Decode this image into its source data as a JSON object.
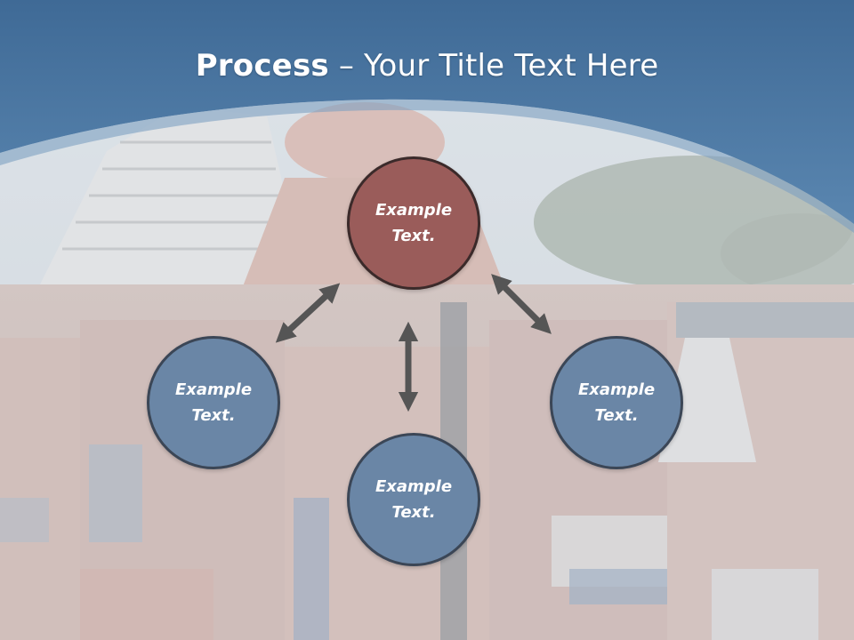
{
  "slide": {
    "title_bold": "Process",
    "title_rest": " – Your Title Text Here"
  },
  "nodes": {
    "top": {
      "line1": "Example",
      "line2": "Text."
    },
    "left": {
      "line1": "Example",
      "line2": "Text."
    },
    "right": {
      "line1": "Example",
      "line2": "Text."
    },
    "bottom": {
      "line1": "Example",
      "line2": "Text."
    }
  },
  "colors": {
    "header_blue": "#4a76a2",
    "node_top": "#9a5c5a",
    "node_blue": "#6a86a6",
    "arrow": "#555555"
  }
}
